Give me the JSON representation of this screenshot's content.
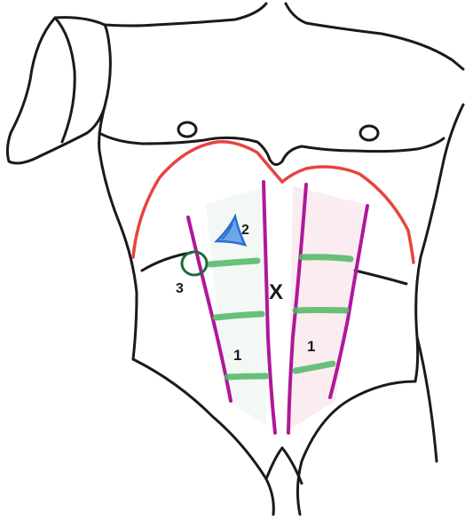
{
  "labels": {
    "label_1_left": "1",
    "label_1_right": "1",
    "label_2": "2",
    "label_3": "3",
    "label_x": "X"
  },
  "colors": {
    "outline": "#1a1a1a",
    "costal_margin": "#e8433f",
    "linea": "#b0179a",
    "tendinous_intersection": "#4fb865",
    "blue_marker": "#2a6fd1",
    "green_circle": "#1e6b3b",
    "sheath_shading": "#f3d6dc"
  }
}
